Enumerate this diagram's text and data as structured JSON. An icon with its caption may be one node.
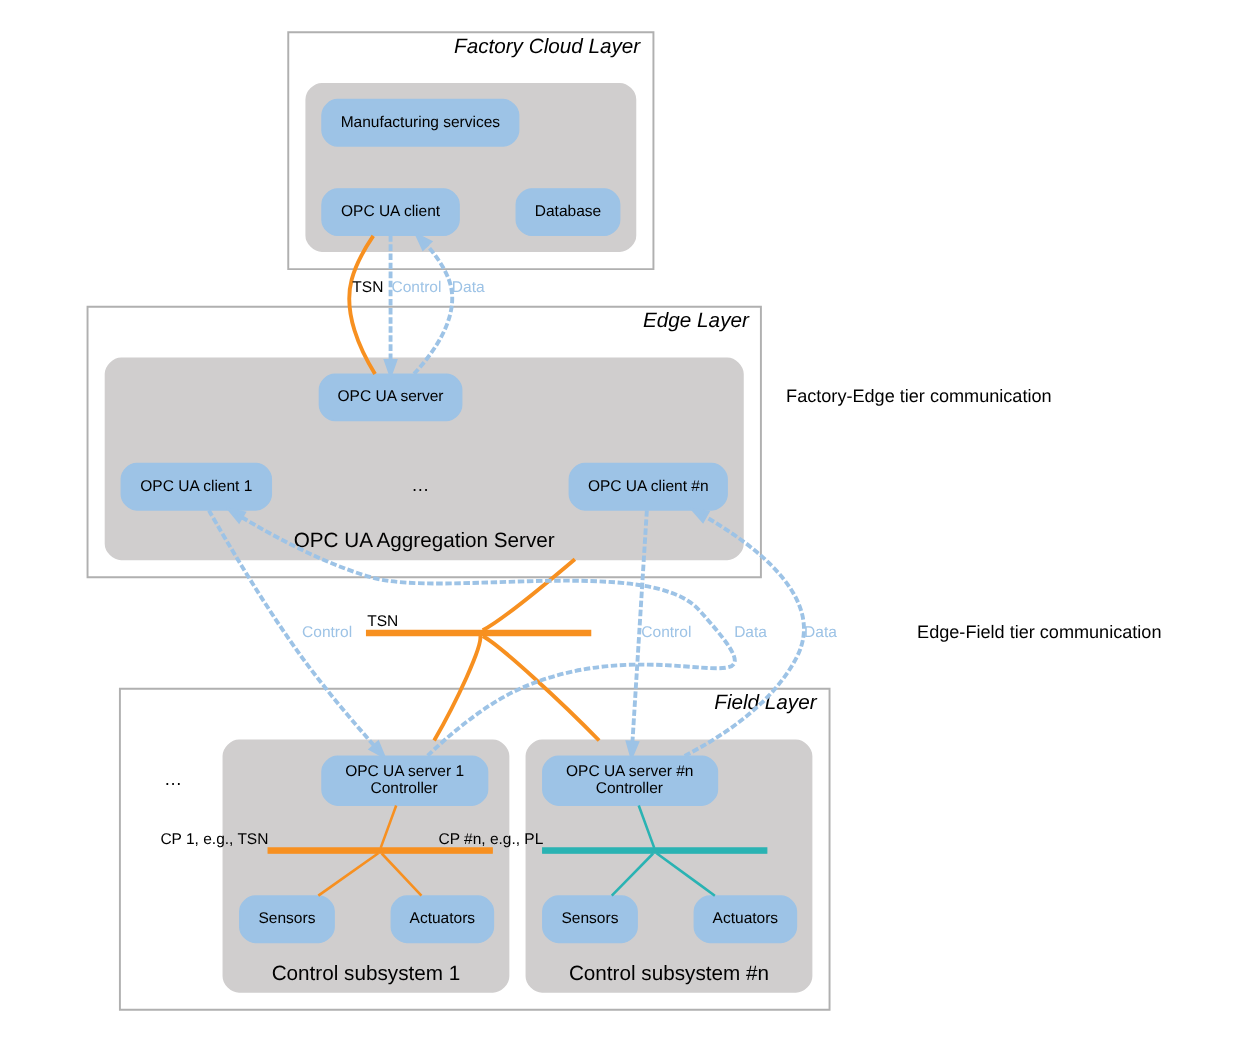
{
  "diagram": {
    "nodes": [
      {
        "text": [
          "Factory Cloud Layer"
        ]
      },
      {
        "text": [],
        "shape": "box",
        "in": 0
      },
      {
        "text": [
          "Manufacturing services"
        ],
        "in": 1
      },
      {
        "text": [
          "OPC UA client"
        ],
        "in": 1
      },
      {
        "text": [
          "Database"
        ],
        "in": 1
      },
      {
        "text": [
          "Edge Layer"
        ]
      },
      {
        "text": [
          "OPC UA Aggregation Server"
        ],
        "in": 5
      },
      {
        "text": [
          "OPC UA server"
        ],
        "in": 6
      },
      {
        "text": [
          "OPC UA client 1"
        ],
        "in": 6
      },
      {
        "text": [
          "OPC UA client #n"
        ],
        "in": 6
      },
      {
        "text": [],
        "shape": "bar",
        "beside": [
          "TSN"
        ]
      },
      {
        "text": [
          "Field Layer"
        ]
      },
      {
        "text": [
          "Control subsystem 1"
        ],
        "in": 11
      },
      {
        "text": [
          "OPC UA server 1",
          "Controller"
        ],
        "in": 12
      },
      {
        "text": [],
        "shape": "bar",
        "beside": [
          "CP 1, e.g., TSN"
        ],
        "in": 12
      },
      {
        "text": [
          "Sensors"
        ],
        "in": 12
      },
      {
        "text": [
          "Actuators"
        ],
        "in": 12
      },
      {
        "text": [
          "Control subsystem #n"
        ],
        "in": 11
      },
      {
        "text": [
          "OPC UA server #n",
          "Controller"
        ],
        "in": 17
      },
      {
        "text": [],
        "shape": "bar",
        "beside": [
          "CP #n, e.g., PL"
        ],
        "in": 17
      },
      {
        "text": [
          "Sensors"
        ],
        "in": 17
      },
      {
        "text": [
          "Actuators"
        ],
        "in": 17
      }
    ],
    "edges": [
      {
        "from": 3,
        "to": 7,
        "arrow": "to",
        "label": "Control",
        "style": "dashed",
        "color": "#9dc3e6"
      },
      {
        "from": 3,
        "to": 7,
        "arrow": "none",
        "label": "TSN",
        "color": "#f79020"
      },
      {
        "from": 7,
        "to": 3,
        "arrow": "to",
        "label": "Data",
        "style": "dashed",
        "color": "#9dc3e6"
      },
      {
        "from": 6,
        "to": 10,
        "arrow": "none",
        "color": "#f79020"
      },
      {
        "from": 8,
        "to": 13,
        "arrow": "to",
        "label": "Control",
        "style": "dashed",
        "color": "#9dc3e6"
      },
      {
        "from": 13,
        "to": 8,
        "arrow": "to",
        "label": "Data",
        "style": "dashed",
        "color": "#9dc3e6"
      },
      {
        "from": 10,
        "to": 12,
        "arrow": "none",
        "color": "#f79020"
      },
      {
        "from": 9,
        "to": 18,
        "arrow": "to",
        "label": "Control",
        "style": "dashed",
        "color": "#9dc3e6"
      },
      {
        "from": 18,
        "to": 9,
        "arrow": "to",
        "label": "Data",
        "style": "dashed",
        "color": "#9dc3e6"
      },
      {
        "from": 10,
        "to": 17,
        "arrow": "none",
        "color": "#f79020"
      },
      {
        "from": 13,
        "to": 14,
        "arrow": "none",
        "color": "#f79020"
      },
      {
        "from": 14,
        "to": 15,
        "arrow": "none",
        "color": "#f79020"
      },
      {
        "from": 14,
        "to": 16,
        "arrow": "none",
        "color": "#f79020"
      },
      {
        "from": 18,
        "to": 19,
        "arrow": "none",
        "color": "#2ab3b3"
      },
      {
        "from": 19,
        "to": 20,
        "arrow": "none",
        "color": "#2ab3b3"
      },
      {
        "from": 19,
        "to": 21,
        "arrow": "none",
        "color": "#2ab3b3"
      }
    ],
    "labels": [
      "Factory-Edge tier communication",
      "Edge-Field tier communication",
      "…",
      "…"
    ]
  }
}
